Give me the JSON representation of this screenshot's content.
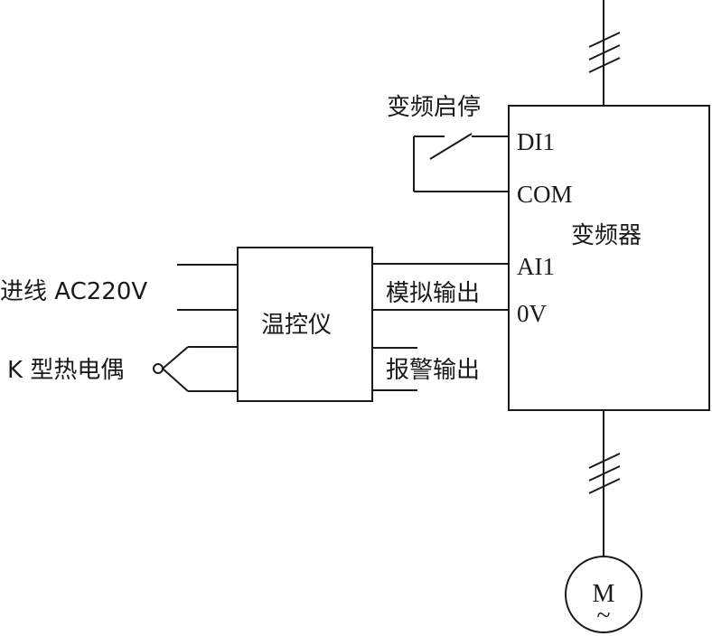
{
  "labels": {
    "vfd_start_stop": "变频启停",
    "vfd_name": "变频器",
    "term_di1": "DI1",
    "term_com": "COM",
    "term_ai1": "AI1",
    "term_0v": "0V",
    "controller_name": "温控仪",
    "power_input": "进线 AC220V",
    "thermocouple": "K 型热电偶",
    "analog_output": "模拟输出",
    "alarm_output": "报警输出",
    "motor_letter": "M",
    "motor_tilde": "~"
  }
}
